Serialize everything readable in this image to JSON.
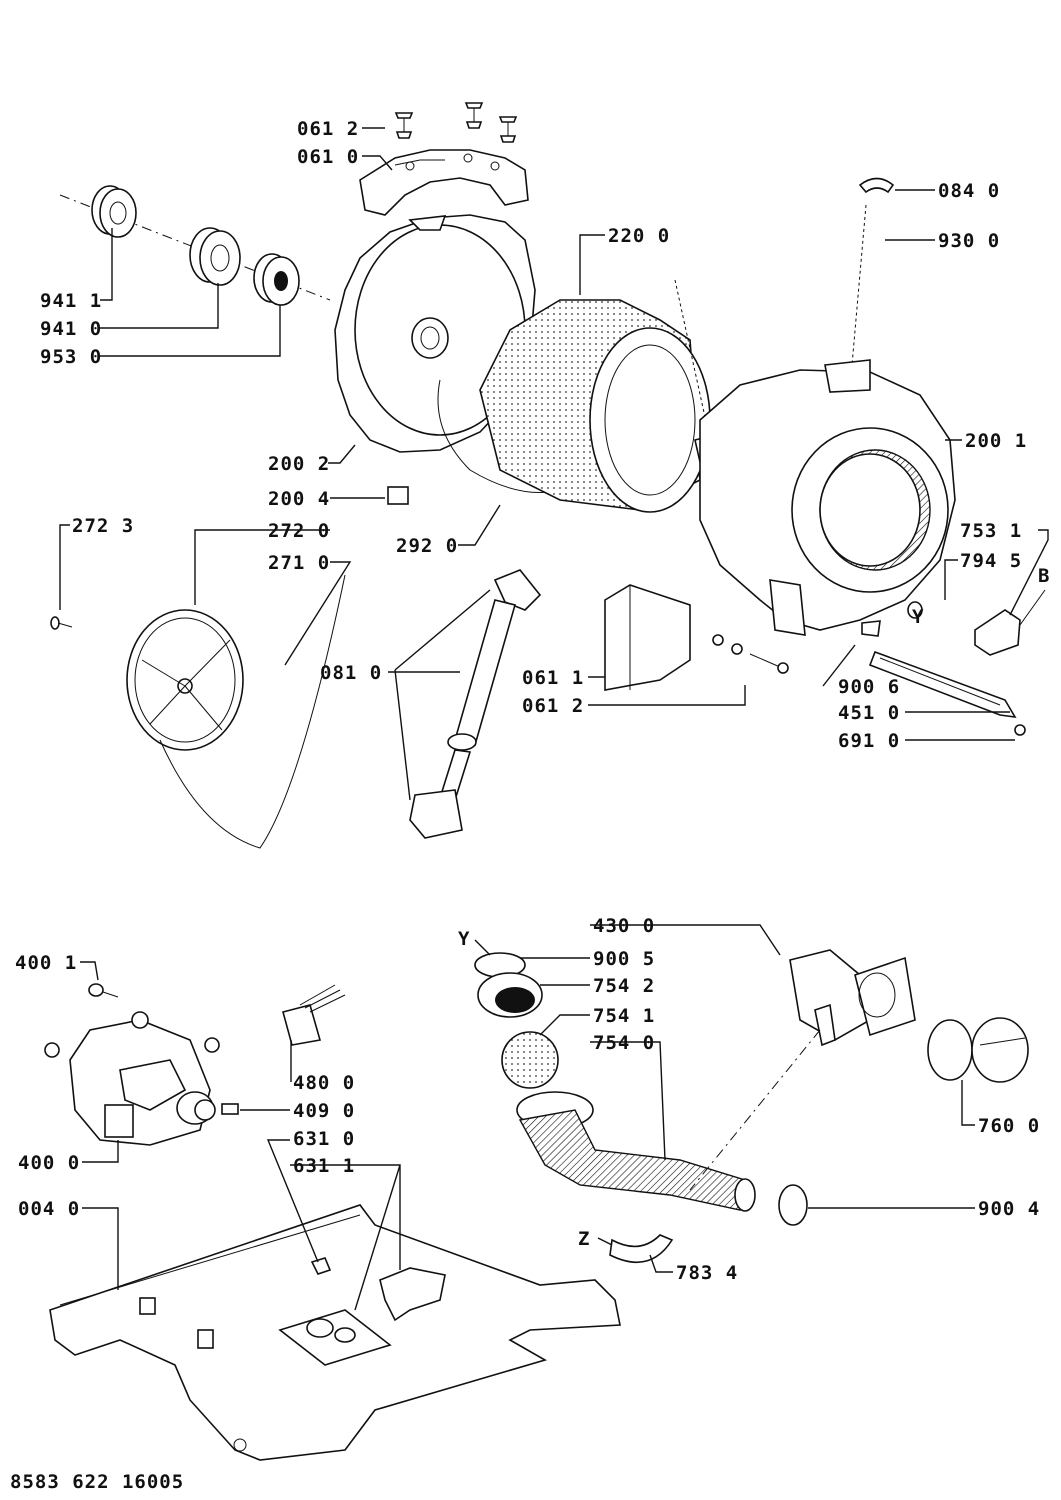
{
  "document_id": "8583 622 16005",
  "marker_y": "Y",
  "marker_z": "Z",
  "marker_b": "B",
  "labels": {
    "p0612a": "061 2",
    "p0610": "061 0",
    "p0840": "084 0",
    "p2200": "220 0",
    "p9300": "930 0",
    "p9411": "941 1",
    "p9410": "941 0",
    "p9530": "953 0",
    "p2001": "200 1",
    "p2002": "200 2",
    "p2004": "200 4",
    "p2723": "272 3",
    "p2720": "272 0",
    "p2920": "292 0",
    "p7531": "753 1",
    "p7945": "794 5",
    "p2710": "271 0",
    "p0810": "081 0",
    "p0611": "061 1",
    "p0612b": "061 2",
    "p9006": "900 6",
    "p4510": "451 0",
    "p6910": "691 0",
    "p4300": "430 0",
    "p9005": "900 5",
    "p7542": "754 2",
    "p7541": "754 1",
    "p7540": "754 0",
    "p4001": "400 1",
    "p4800": "480 0",
    "p4090": "409 0",
    "p4000": "400 0",
    "p6310": "631 0",
    "p6311": "631 1",
    "p0040": "004 0",
    "p7600": "760 0",
    "p9004": "900 4",
    "p7834": "783 4"
  }
}
